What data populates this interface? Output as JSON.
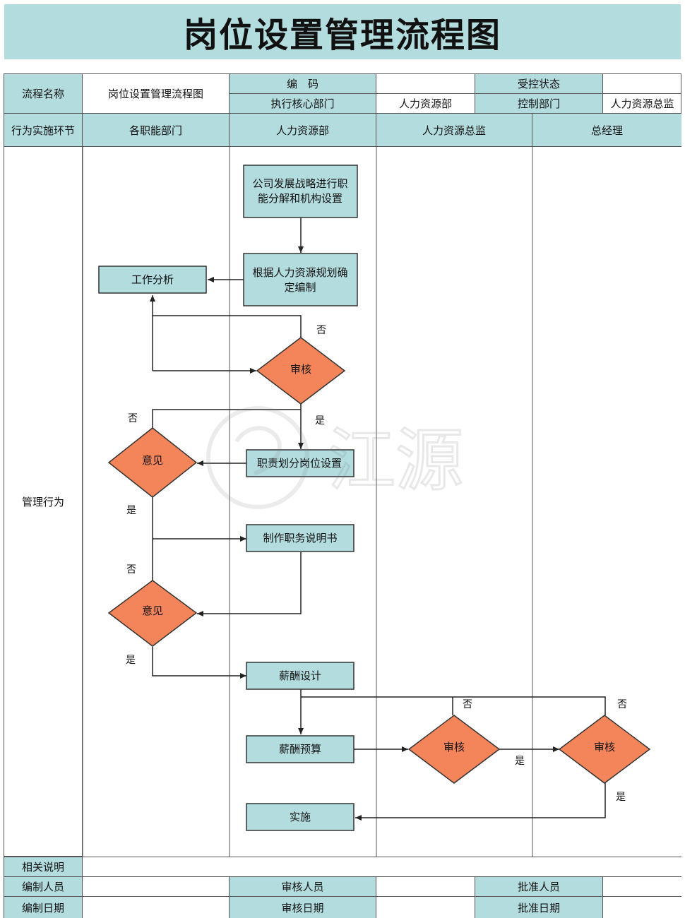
{
  "title": "岗位设置管理流程图",
  "colors": {
    "header_bg": "#b3dcdf",
    "box_fill": "#b3dcdf",
    "diamond_fill": "#f4845a",
    "line": "#222222"
  },
  "info": {
    "process_name_label": "流程名称",
    "process_name_value": "岗位设置管理流程图",
    "code_label": "编　码",
    "code_value": "",
    "control_status_label": "受控状态",
    "control_status_value": "",
    "exec_dept_label": "执行核心部门",
    "exec_dept_value": "人力资源部",
    "control_dept_label": "控制部门",
    "control_dept_value": "人力资源总监"
  },
  "lanes": {
    "stage_label": "行为实施环节",
    "headers": [
      "各职能部门",
      "人力资源部",
      "人力资源总监",
      "总经理"
    ],
    "row_label": "管理行为"
  },
  "flow": {
    "boxes": {
      "strategy": [
        "公司发展战略进行职",
        "能分解和机构设置"
      ],
      "staffing": [
        "根据人力资源规划确",
        "定编制"
      ],
      "job_analysis": "工作分析",
      "position_setup": "职责划分岗位设置",
      "job_description": "制作职务说明书",
      "salary_design": "薪酬设计",
      "salary_budget": "薪酬预算",
      "implement": "实施"
    },
    "diamonds": {
      "review1": "审核",
      "opinion1": "意见",
      "opinion2": "意见",
      "review_director": "审核",
      "review_gm": "审核"
    },
    "labels": {
      "yes": "是",
      "no": "否"
    }
  },
  "footer": {
    "notes_label": "相关说明",
    "notes_value": "",
    "author_label": "编制人员",
    "author_value": "",
    "reviewer_label": "审核人员",
    "reviewer_value": "",
    "approver_label": "批准人员",
    "approver_value": "",
    "author_date_label": "编制日期",
    "author_date_value": "",
    "review_date_label": "审核日期",
    "review_date_value": "",
    "approve_date_label": "批准日期",
    "approve_date_value": ""
  },
  "watermark": "江源"
}
